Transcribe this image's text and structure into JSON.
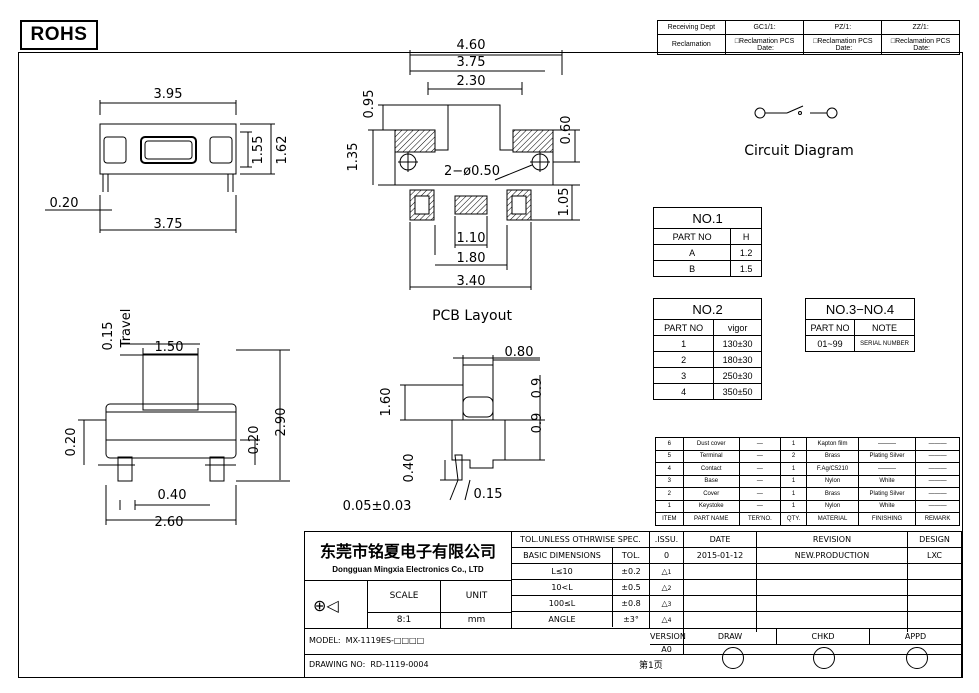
{
  "rohs": "ROHS",
  "receiving": {
    "dept": "Receiving Dept",
    "gc": "GC1/1:",
    "pz": "PZ/1:",
    "zz": "ZZ/1:",
    "reclamation": "Reclamation",
    "recl_pcs": "□Reclamation PCS",
    "date": "Date:"
  },
  "dims": {
    "top_w": "3.95",
    "top_h1": "1.55",
    "top_h2": "1.62",
    "top_pin": "0.20",
    "top_foot": "3.75",
    "pcb_460": "4.60",
    "pcb_375": "3.75",
    "pcb_230": "2.30",
    "pcb_095": "0.95",
    "pcb_135": "1.35",
    "pcb_060": "0.60",
    "pcb_hole": "2−ø0.50",
    "pcb_105": "1.05",
    "pcb_110": "1.10",
    "pcb_180": "1.80",
    "pcb_340": "3.40",
    "front_015": "0.15",
    "front_travel": "Travel",
    "front_150": "1.50",
    "front_290": "2.90",
    "front_020a": "0.20",
    "front_020b": "0.20",
    "front_040": "0.40",
    "front_260": "2.60",
    "side_080": "0.80",
    "side_160": "1.60",
    "side_09a": "0.9",
    "side_09b": "0.9",
    "side_040": "0.40",
    "side_005": "0.05±0.03",
    "side_015": "0.15"
  },
  "labels": {
    "pcb_layout": "PCB Layout",
    "circuit": "Circuit Diagram"
  },
  "no1": {
    "title": "NO.1",
    "headers": [
      "PART NO",
      "H"
    ],
    "rows": [
      [
        "A",
        "1.2"
      ],
      [
        "B",
        "1.5"
      ]
    ]
  },
  "no2": {
    "title": "NO.2",
    "headers": [
      "PART NO",
      "vigor"
    ],
    "rows": [
      [
        "1",
        "130±30"
      ],
      [
        "2",
        "180±30"
      ],
      [
        "3",
        "250±30"
      ],
      [
        "4",
        "350±50"
      ]
    ]
  },
  "no34": {
    "title": "NO.3−NO.4",
    "headers": [
      "PART NO",
      "NOTE"
    ],
    "rows": [
      [
        "01~99",
        "SERIAL NUMBER"
      ]
    ]
  },
  "bom": {
    "rows": [
      [
        "6",
        "Dust cover",
        "—",
        "1",
        "Kapton film",
        "———",
        "———"
      ],
      [
        "5",
        "Terminal",
        "—",
        "2",
        "Brass",
        "Plating Silver",
        "———"
      ],
      [
        "4",
        "Contact",
        "—",
        "1",
        "F.Ag/C5210",
        "———",
        "———"
      ],
      [
        "3",
        "Base",
        "—",
        "1",
        "Nylon",
        "White",
        "———"
      ],
      [
        "2",
        "Cover",
        "—",
        "1",
        "Brass",
        "Plating Silver",
        "———"
      ],
      [
        "1",
        "Keystoke",
        "—",
        "1",
        "Nylon",
        "White",
        "———"
      ]
    ],
    "headers": [
      "ITEM",
      "PART NAME",
      "TER'NO.",
      "QTY.",
      "MATERIAL",
      "FINISHING",
      "REMARK"
    ]
  },
  "title": {
    "company_cn": "东莞市铭夏电子有限公司",
    "company_en": "Dongguan Mingxia Electronics Co., LTD",
    "scale_label": "SCALE",
    "unit_label": "UNIT",
    "scale": "8:1",
    "unit": "mm",
    "tol_title": "TOL.UNLESS OTHRWISE SPEC.",
    "basic_dim": "BASIC DIMENSIONS",
    "tol": "TOL.",
    "tol_rows": [
      [
        "L≤10",
        "±0.2"
      ],
      [
        "10<L",
        "±0.5"
      ],
      [
        "100≤L",
        "±0.8"
      ],
      [
        "ANGLE",
        "±3°"
      ]
    ],
    "issu": ".ISSU.",
    "date_h": "DATE",
    "revision_h": "REVISION",
    "design_h": "DESIGN",
    "issu_no": "0",
    "date": "2015-01-12",
    "revision": "NEW.PRODUCTION",
    "design": "LXC",
    "tri": [
      "1",
      "2",
      "3",
      "4"
    ],
    "model_label": "MODEL:",
    "model": "MX-1119ES-□□□□",
    "version_label": "VERSION",
    "version": "A0",
    "draw": "DRAW",
    "chkd": "CHKD",
    "appd": "APPD",
    "drawing_label": "DRAWING NO:",
    "drawing": "RD-1119-0004",
    "page": "第1页"
  }
}
